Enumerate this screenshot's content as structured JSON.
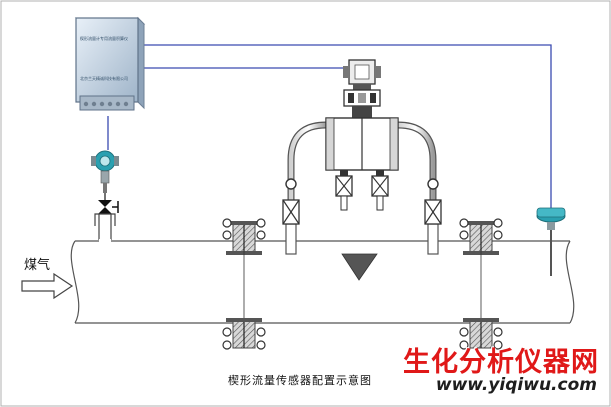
{
  "labels": {
    "inlet": "煤气",
    "caption": "楔形流量传感器配置示意图"
  },
  "cabinet": {
    "title": "楔形流量计专用流量积算仪",
    "company": "北京兰天精诚科技有限公司"
  },
  "watermark": {
    "brand": "生化分析仪器网",
    "url": "www.yiqiwu.com"
  },
  "icons": [
    "flow-computer-cabinet-icon",
    "pressure-transmitter-icon",
    "valve-icon",
    "differential-pressure-transmitter-icon",
    "temperature-sensor-icon",
    "flange-icon",
    "wedge-element-icon",
    "flow-arrow-icon"
  ],
  "colors": {
    "signal_line": "#3a4bb0",
    "pipe": "#555555",
    "watermark_red": "#e01818",
    "cabinet_blue": "#c9d9ea",
    "transmitter_teal": "#2aa0b0"
  }
}
